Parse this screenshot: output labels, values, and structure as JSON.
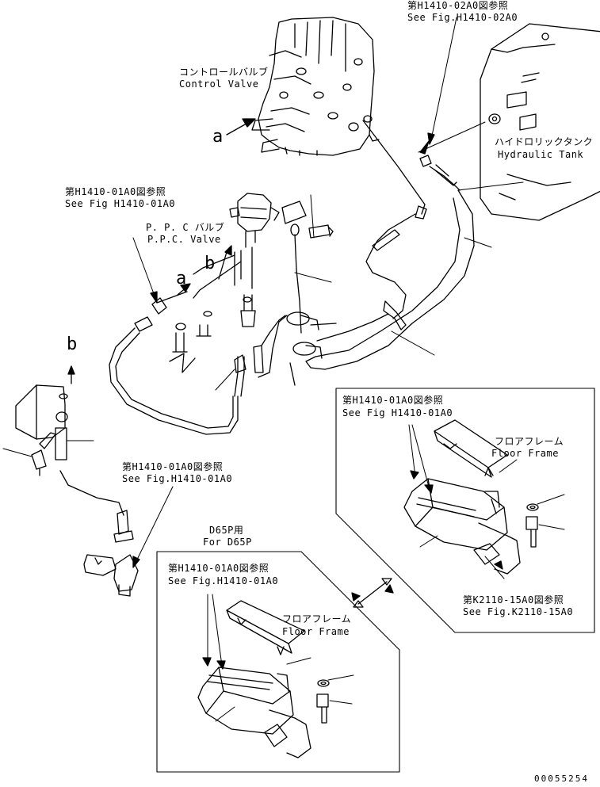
{
  "labels": {
    "ref_top_jp": "第H1410-02A0図参照",
    "ref_top_en": "See Fig.H1410-02A0",
    "control_valve_jp": "コントロールバルブ",
    "control_valve_en": "Control Valve",
    "hydraulic_tank_jp": "ハイドロリックタンク",
    "hydraulic_tank_en": "Hydraulic Tank",
    "ref_ppc_jp": "第H1410-01A0図参照",
    "ref_ppc_en": "See Fig H1410-01A0",
    "ppc_valve_jp": "P. P. C バルブ",
    "ppc_valve_en": "P.P.C. Valve",
    "callout_a_1": "a",
    "callout_a_2": "a",
    "callout_b_1": "b",
    "callout_b_2": "b",
    "ref_right_jp": "第H1410-01A0図参照",
    "ref_right_en": "See Fig H1410-01A0",
    "floor_frame_jp_1": "フロアフレーム",
    "floor_frame_en_1": "Floor Frame",
    "ref_k2110_jp": "第K2110-15A0図参照",
    "ref_k2110_en": "See Fig.K2110-15A0",
    "ref_left_jp": "第H1410-01A0図参照",
    "ref_left_en": "See Fig.H1410-01A0",
    "d65p_jp": "D65P用",
    "d65p_en": "For D65P",
    "ref_bottom_jp": "第H1410-01A0図参照",
    "ref_bottom_en": "See Fig.H1410-01A0",
    "floor_frame_jp_2": "フロアフレーム",
    "floor_frame_en_2": "Floor Frame",
    "drawing_number": "00055254"
  }
}
